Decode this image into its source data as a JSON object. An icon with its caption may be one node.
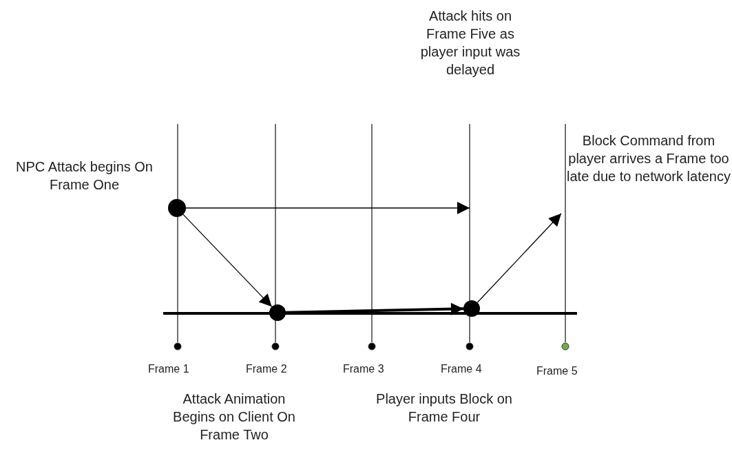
{
  "diagram": {
    "nodes": [
      {
        "text": [],
        "shape": "circle",
        "beside": [
          "NPC Attack begins On Frame One"
        ]
      },
      {
        "text": [],
        "shape": "circle"
      },
      {
        "text": [],
        "shape": "circle"
      }
    ],
    "edges": [
      {
        "from": 0,
        "to": null,
        "arrow": "to"
      },
      {
        "from": 0,
        "to": 1,
        "arrow": "to"
      },
      {
        "from": 1,
        "to": 2,
        "arrow": "to",
        "style": "thick"
      },
      {
        "from": 2,
        "to": null,
        "arrow": "to"
      }
    ],
    "labels": [
      "Attack hits on Frame Five as player input was delayed",
      "Block Command from player arrives a Frame too late due to network latency",
      "Frame 1",
      "Frame 2",
      "Frame 3",
      "Frame 4",
      "Frame 5",
      "Attack Animation Begins on Client On Frame Two",
      "Player inputs Block on Frame Four"
    ]
  }
}
